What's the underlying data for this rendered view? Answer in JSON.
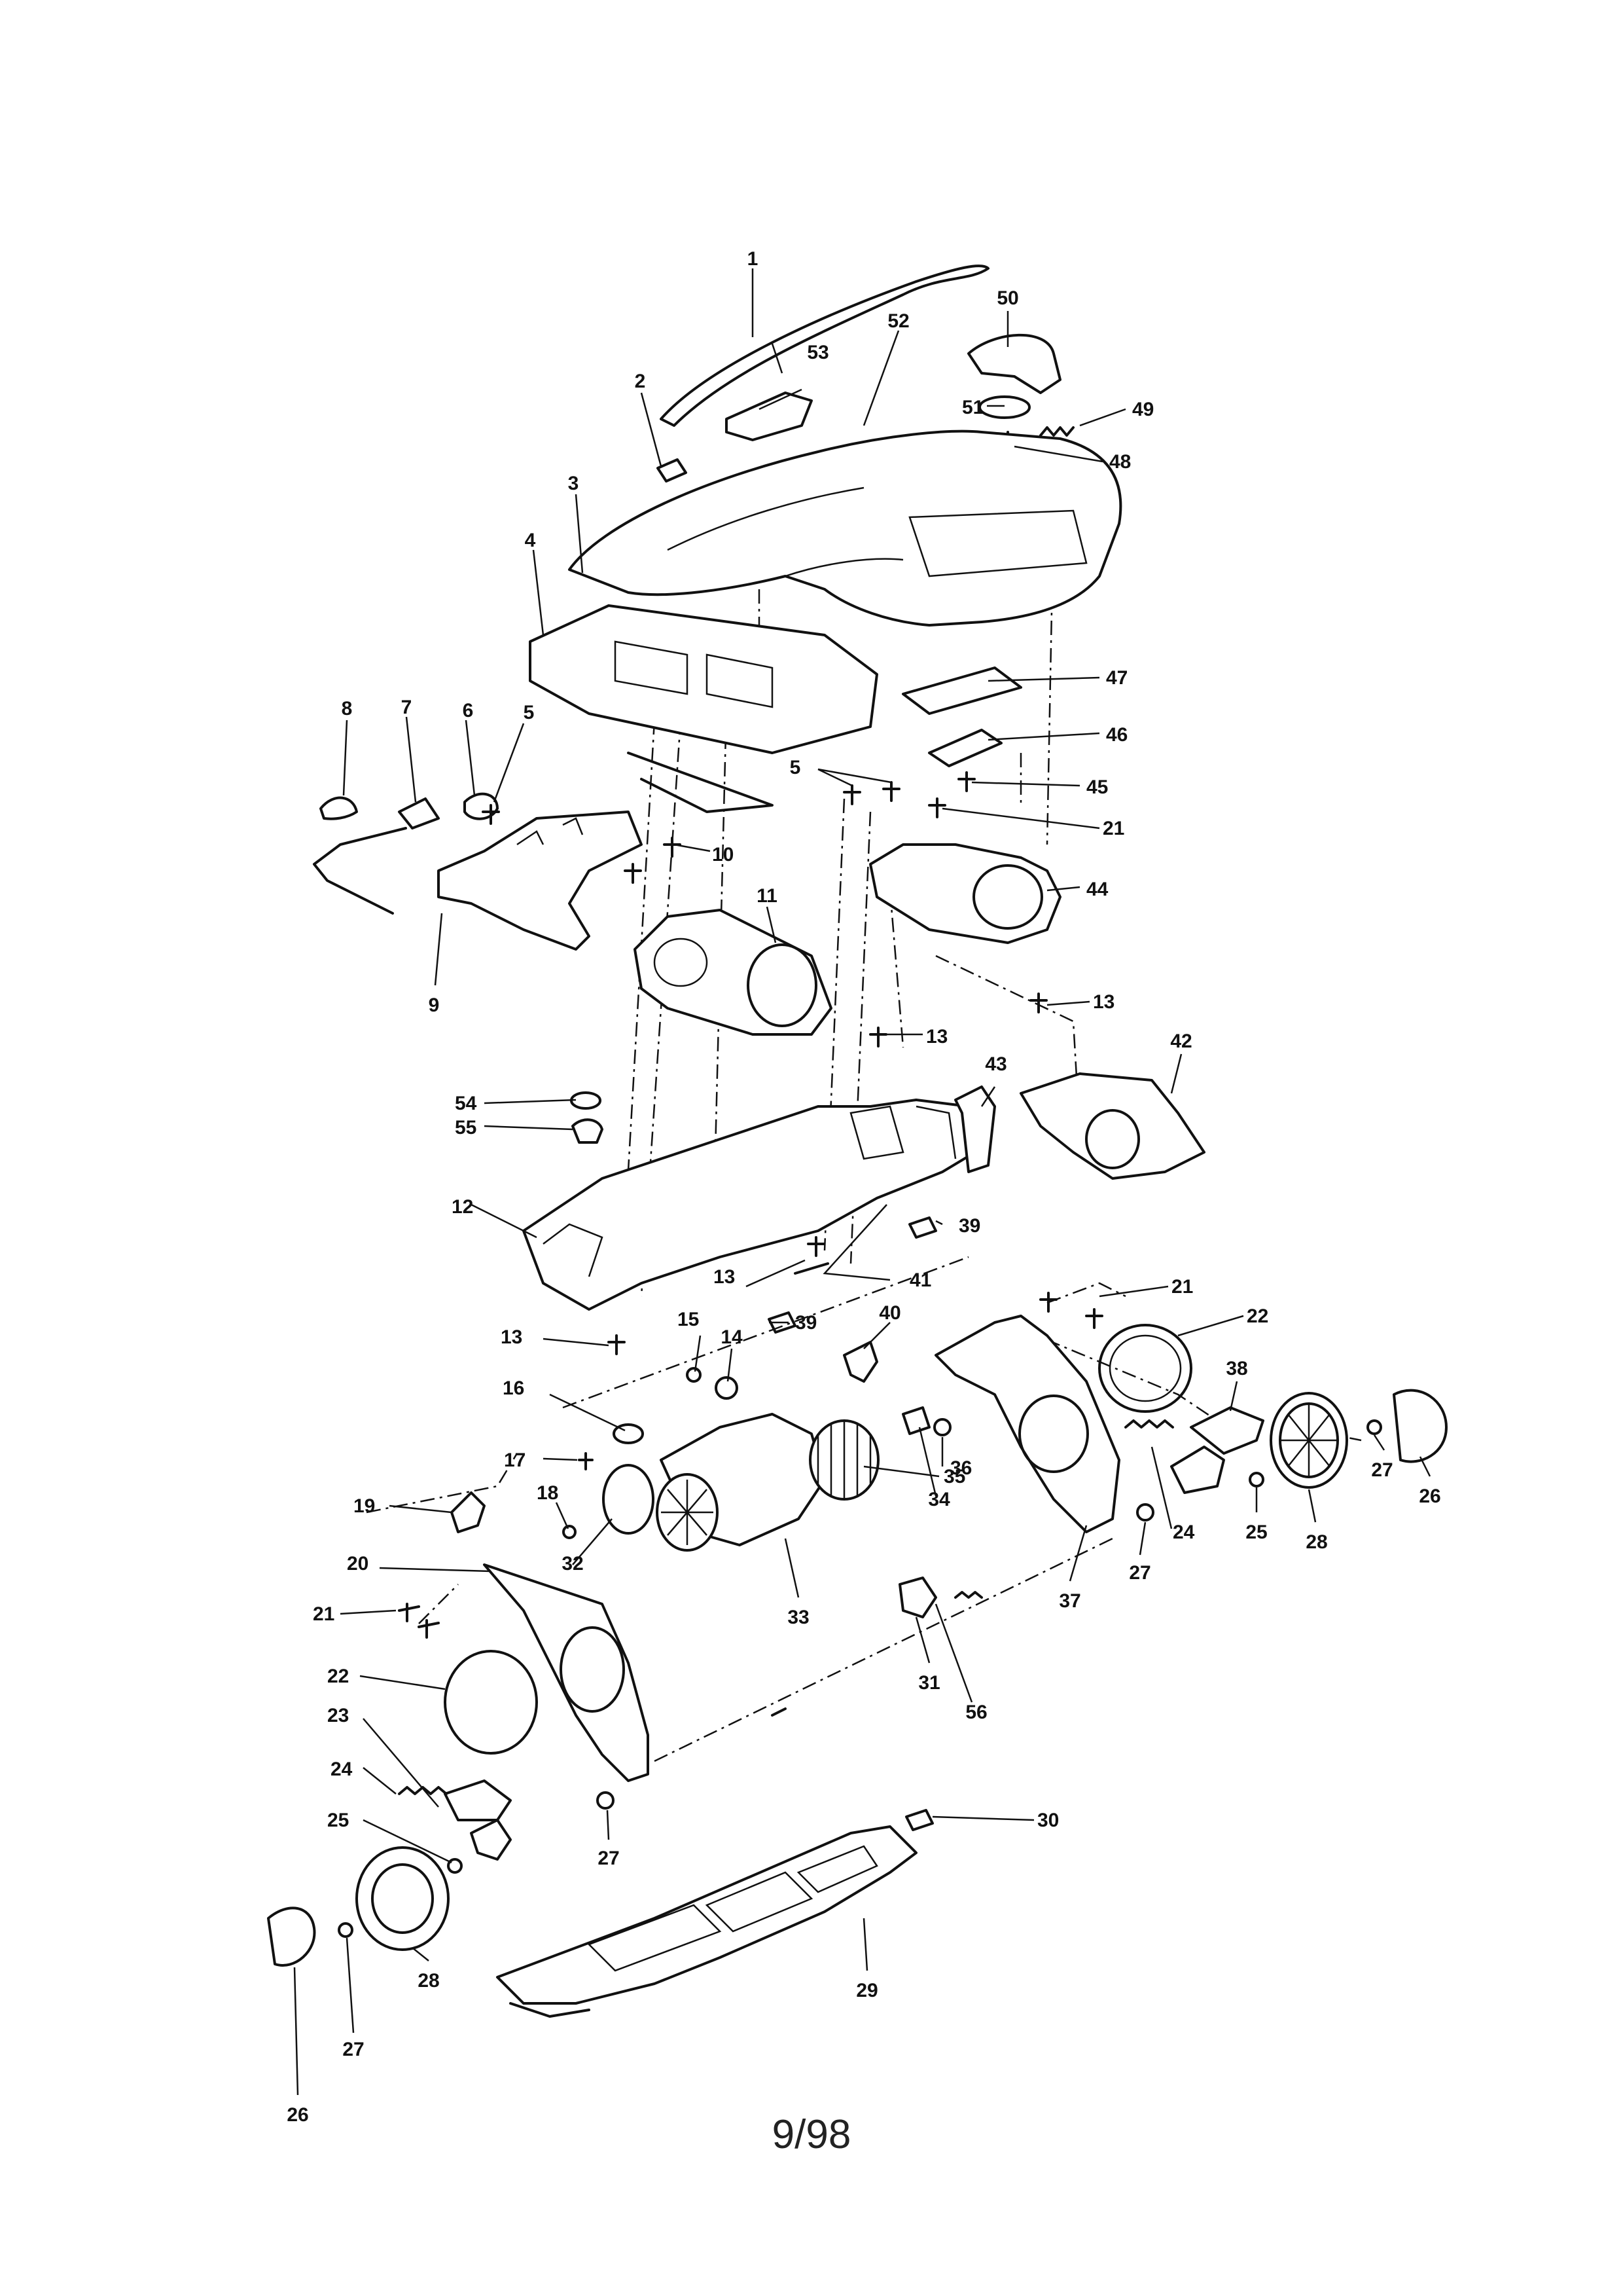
{
  "page_number": "9/98",
  "callouts": [
    {
      "id": "c1",
      "text": "1"
    },
    {
      "id": "c2",
      "text": "2"
    },
    {
      "id": "c3",
      "text": "3"
    },
    {
      "id": "c4",
      "text": "4"
    },
    {
      "id": "c5a",
      "text": "5"
    },
    {
      "id": "c5b",
      "text": "5"
    },
    {
      "id": "c6",
      "text": "6"
    },
    {
      "id": "c7",
      "text": "7"
    },
    {
      "id": "c8",
      "text": "8"
    },
    {
      "id": "c9",
      "text": "9"
    },
    {
      "id": "c10",
      "text": "10"
    },
    {
      "id": "c11",
      "text": "11"
    },
    {
      "id": "c12",
      "text": "12"
    },
    {
      "id": "c13a",
      "text": "13"
    },
    {
      "id": "c13b",
      "text": "13"
    },
    {
      "id": "c13c",
      "text": "13"
    },
    {
      "id": "c13d",
      "text": "13"
    },
    {
      "id": "c14",
      "text": "14"
    },
    {
      "id": "c15",
      "text": "15"
    },
    {
      "id": "c16",
      "text": "16"
    },
    {
      "id": "c17",
      "text": "17"
    },
    {
      "id": "c18",
      "text": "18"
    },
    {
      "id": "c19",
      "text": "19"
    },
    {
      "id": "c20",
      "text": "20"
    },
    {
      "id": "c21a",
      "text": "21"
    },
    {
      "id": "c21b",
      "text": "21"
    },
    {
      "id": "c21c",
      "text": "21"
    },
    {
      "id": "c22a",
      "text": "22"
    },
    {
      "id": "c22b",
      "text": "22"
    },
    {
      "id": "c23",
      "text": "23"
    },
    {
      "id": "c24a",
      "text": "24"
    },
    {
      "id": "c24b",
      "text": "24"
    },
    {
      "id": "c25a",
      "text": "25"
    },
    {
      "id": "c25b",
      "text": "25"
    },
    {
      "id": "c26a",
      "text": "26"
    },
    {
      "id": "c26b",
      "text": "26"
    },
    {
      "id": "c27a",
      "text": "27"
    },
    {
      "id": "c27b",
      "text": "27"
    },
    {
      "id": "c27c",
      "text": "27"
    },
    {
      "id": "c27d",
      "text": "27"
    },
    {
      "id": "c28a",
      "text": "28"
    },
    {
      "id": "c28b",
      "text": "28"
    },
    {
      "id": "c29",
      "text": "29"
    },
    {
      "id": "c30",
      "text": "30"
    },
    {
      "id": "c31",
      "text": "31"
    },
    {
      "id": "c32",
      "text": "32"
    },
    {
      "id": "c33",
      "text": "33"
    },
    {
      "id": "c34",
      "text": "34"
    },
    {
      "id": "c35",
      "text": "35"
    },
    {
      "id": "c36",
      "text": "36"
    },
    {
      "id": "c37",
      "text": "37"
    },
    {
      "id": "c38",
      "text": "38"
    },
    {
      "id": "c39a",
      "text": "39"
    },
    {
      "id": "c39b",
      "text": "39"
    },
    {
      "id": "c40",
      "text": "40"
    },
    {
      "id": "c41",
      "text": "41"
    },
    {
      "id": "c42",
      "text": "42"
    },
    {
      "id": "c43",
      "text": "43"
    },
    {
      "id": "c44",
      "text": "44"
    },
    {
      "id": "c45",
      "text": "45"
    },
    {
      "id": "c46",
      "text": "46"
    },
    {
      "id": "c47",
      "text": "47"
    },
    {
      "id": "c48",
      "text": "48"
    },
    {
      "id": "c49",
      "text": "49"
    },
    {
      "id": "c50",
      "text": "50"
    },
    {
      "id": "c51",
      "text": "51"
    },
    {
      "id": "c52",
      "text": "52"
    },
    {
      "id": "c53",
      "text": "53"
    },
    {
      "id": "c54",
      "text": "54"
    },
    {
      "id": "c55",
      "text": "55"
    },
    {
      "id": "c56",
      "text": "56"
    }
  ]
}
